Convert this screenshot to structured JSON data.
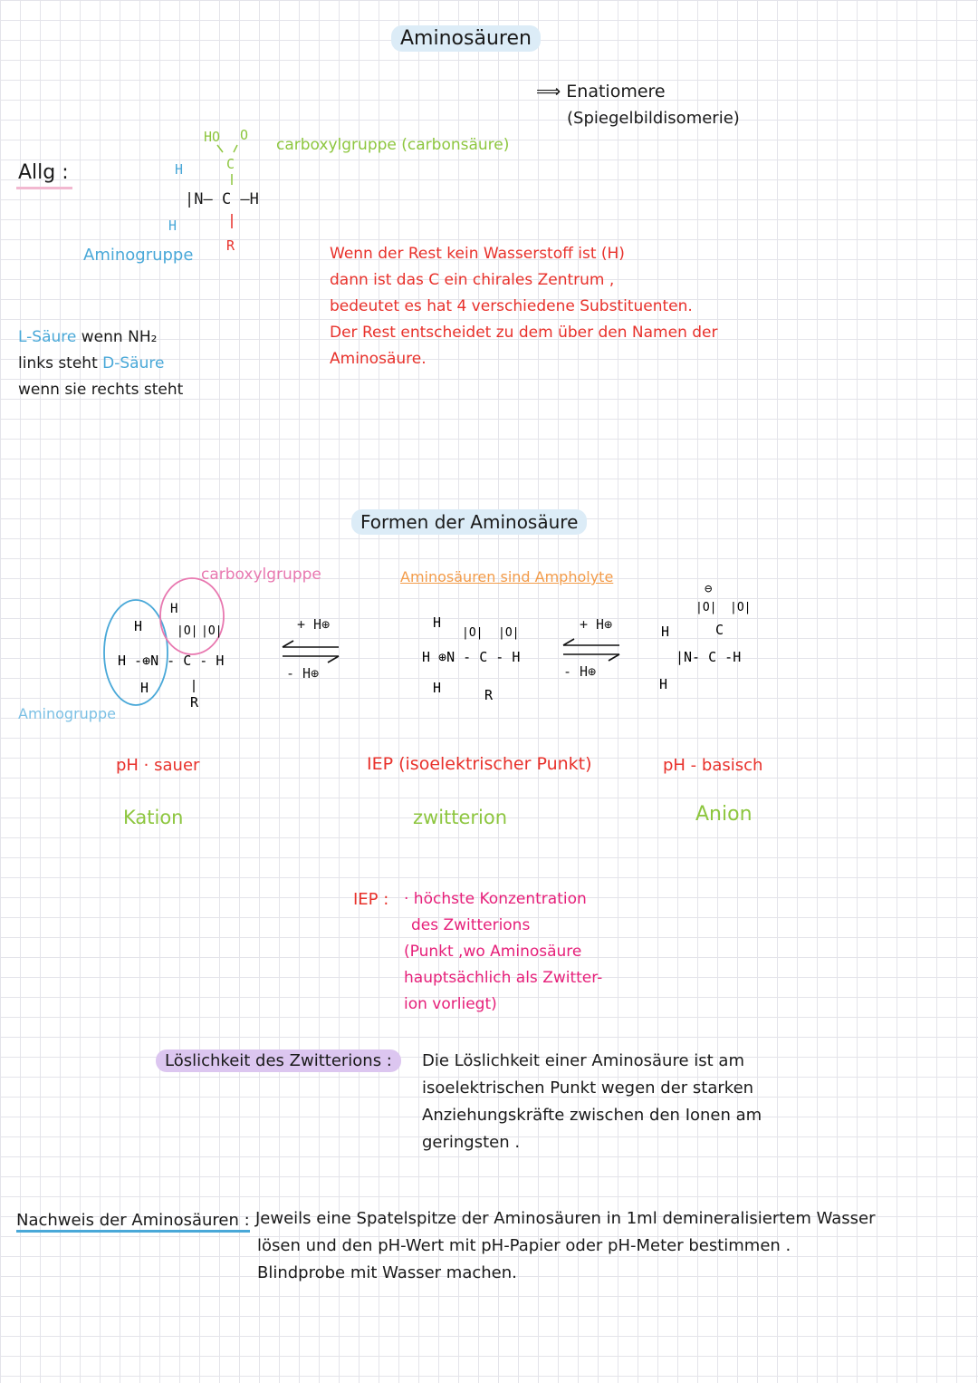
{
  "title": "Aminosäuren",
  "enantiomere": {
    "arrow": "⟹",
    "label": "Enatiomere",
    "sub": "(Spiegelbildisomerie)"
  },
  "allg": {
    "label": "Allg :",
    "carboxyl_label": "carboxylgruppe (carbonsäure)",
    "amino_label": "Aminogruppe",
    "structure": {
      "ho": "HO",
      "o": "O",
      "c_top": "C",
      "h1": "H",
      "n_center": "|N– C –H",
      "h2": "H",
      "r": "R"
    }
  },
  "l_d_acid": {
    "line1_a": "L-Säure",
    "line1_b": "wenn NH₂",
    "line2_a": "links steht",
    "line2_b": "D-Säure",
    "line3": "wenn sie rechts steht"
  },
  "rest_note": [
    "Wenn der Rest kein Wasserstoff ist (H)",
    "dann ist das C ein chirales Zentrum ,",
    "bedeutet es hat 4 verschiedene Substituenten.",
    "Der Rest entscheidet zu dem über den Namen der",
    "Aminosäure."
  ],
  "formen": {
    "heading": "Formen der Aminosäure",
    "carboxyl_label": "carboxylgruppe",
    "amino_label": "Aminogruppe",
    "ampholyte_label": "Aminosäuren sind Ampholyte",
    "plus_h": "+ H⊕",
    "minus_h": "- H⊕",
    "columns": [
      {
        "ph": "pH · sauer",
        "form": "Kation"
      },
      {
        "ph": "IEP (isoelektrischer Punkt)",
        "form": "zwitterion"
      },
      {
        "ph": "pH - basisch",
        "form": "Anion"
      }
    ]
  },
  "iep": {
    "label": "IEP :",
    "lines": [
      "· höchste Konzentration",
      "des Zwitterions",
      "(Punkt ,wo Aminosäure",
      "hauptsächlich als Zwitter-",
      "ion vorliegt)"
    ]
  },
  "loeslichkeit": {
    "label": "Löslichkeit des Zwitterions :",
    "lines": [
      "Die Löslichkeit einer Aminosäure ist am",
      "isoelektrischen Punkt wegen der starken",
      "Anziehungskräfte zwischen den Ionen am",
      "geringsten ."
    ]
  },
  "nachweis": {
    "label": "Nachweis der Aminosäuren :",
    "lines": [
      "Jeweils eine Spatelspitze der Aminosäuren in 1ml demineralisiertem Wasser",
      "lösen und den pH-Wert mit pH-Papier oder pH-Meter bestimmen .",
      "Blindprobe mit Wasser machen."
    ]
  },
  "colors": {
    "red": "#e8312b",
    "green": "#8dc63f",
    "blue": "#49a8d8",
    "pink": "#e6207a",
    "orange": "#f39c4a",
    "highlight_blue": "#dcecf7",
    "highlight_purple": "#dcc6f0"
  }
}
